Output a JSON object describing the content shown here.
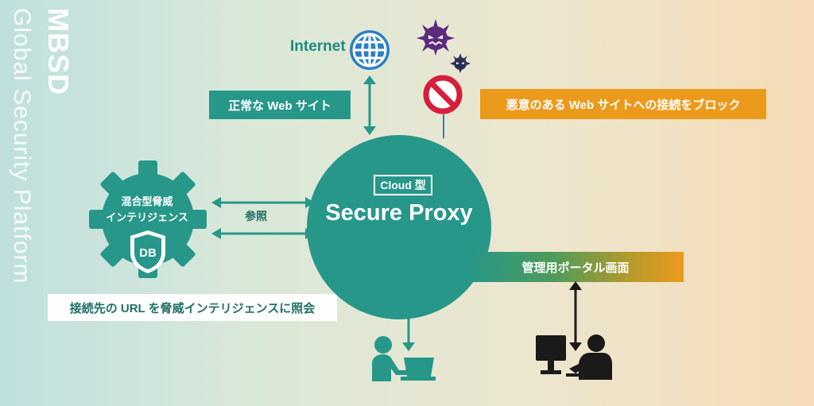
{
  "brand": {
    "title": "MBSD",
    "subtitle": "Global Security Platform"
  },
  "internet": {
    "label": "Internet"
  },
  "labels": {
    "normal_site": "正常な Web サイト",
    "block_site": "悪意のある Web サイトへの接続をブロック",
    "reference": "参照",
    "query": "接続先の URL を脅威インテリジェンスに照会",
    "portal": "管理用ポータル画面"
  },
  "proxy": {
    "tag": "Cloud 型",
    "name": "Secure Proxy"
  },
  "intel": {
    "line1": "混合型脅威",
    "line2": "インテリジェンス",
    "db": "DB"
  },
  "colors": {
    "teal": "#27978a",
    "orange": "#ec9a1c",
    "dark": "#1a1a1a",
    "ban_red": "#d61f3c",
    "virus_purple": "#5b2b7e"
  },
  "icons": [
    "globe-icon",
    "virus-icon",
    "ban-icon",
    "gear-icon",
    "shield-icon",
    "user-laptop-icon",
    "admin-monitor-icon"
  ]
}
